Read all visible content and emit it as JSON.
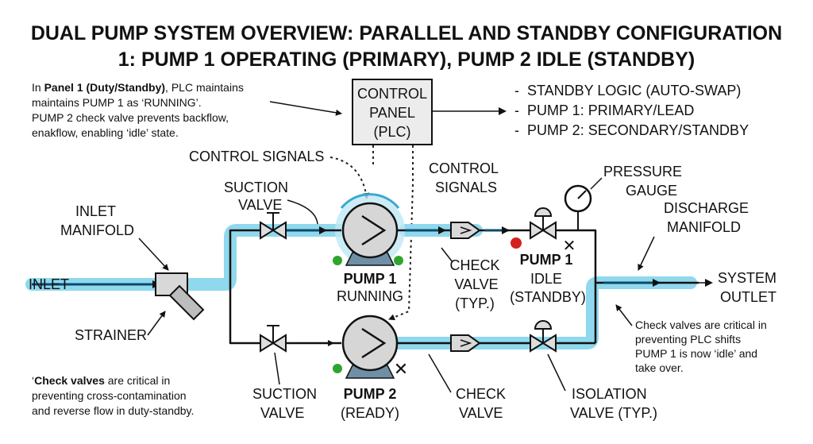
{
  "title": {
    "line1": "DUAL PUMP SYSTEM OVERVIEW: PARALLEL AND STANDBY CONFIGURATION",
    "line2": "1: PUMP 1 OPERATING (PRIMARY), PUMP 2 IDLE (STANDBY)"
  },
  "intro_note": {
    "l1_pre": "In ",
    "l1_bold": "Panel 1 (Duty/Standby)",
    "l1_post": ", PLC maintains",
    "l2": "maintains PUMP 1 as ‘RUNNING’.",
    "l3": "PUMP 2 check valve prevents backflow,",
    "l4": "enakflow, enabling ‘idle’ state."
  },
  "control_panel": {
    "l1": "CONTROL",
    "l2": "PANEL",
    "l3": "(PLC)"
  },
  "logic_list": [
    "STANDBY LOGIC (AUTO-SWAP)",
    "PUMP 1: PRIMARY/LEAD",
    "PUMP 2: SECONDARY/STANDBY"
  ],
  "labels": {
    "control_signals_left": "CONTROL SIGNALS",
    "control_signals_right_1": "CONTROL",
    "control_signals_right_2": "SIGNALS",
    "pressure_gauge_1": "PRESSURE",
    "pressure_gauge_2": "GAUGE",
    "discharge_1": "DISCHARGE",
    "discharge_2": "MANIFOLD",
    "inlet_manifold_1": "INLET",
    "inlet_manifold_2": "MANIFOLD",
    "suction_top_1": "SUCTION",
    "suction_top_2": "VALVE",
    "inlet": "INLET",
    "strainer": "STRAINER",
    "pump1_name": "PUMP 1",
    "pump1_state": "RUNNING",
    "check_valve_top_1": "CHECK",
    "check_valve_top_2": "VALVE",
    "check_valve_top_3": "(TYP.)",
    "pump1_idle_name": "PUMP 1",
    "pump1_idle_state_1": "IDLE",
    "pump1_idle_state_2": "(STANDBY)",
    "system_outlet_1": "SYSTEM",
    "system_outlet_2": "OUTLET",
    "suction_bottom_1": "SUCTION",
    "suction_bottom_2": "VALVE",
    "pump2_name": "PUMP 2",
    "pump2_state": "(READY)",
    "check_valve_bottom_1": "CHECK",
    "check_valve_bottom_2": "VALVE",
    "isolation_1": "ISOLATION",
    "isolation_2": "VALVE (TYP.)"
  },
  "note_right": {
    "l1": "Check valves are critical in",
    "l2": "preventing PLC shifts",
    "l3": "PUMP 1 is now ‘idle’ and",
    "l4": "take over."
  },
  "note_bottom": {
    "l1_quote": "‘",
    "l1_bold": "Check valves",
    "l1_post": " are critical in",
    "l2": "preventing cross-contamination",
    "l3": "and reverse flow in duty-standby."
  },
  "colors": {
    "flow_highlight": "#8fd8ee",
    "indicator_running": "#2fa52f",
    "indicator_stopped": "#d42020",
    "panel_fill": "#ececec"
  },
  "icons": [
    "pump-icon",
    "valve-icon",
    "check-valve-icon",
    "strainer-icon",
    "pressure-gauge-icon",
    "status-led-icon",
    "x-mark-icon"
  ]
}
